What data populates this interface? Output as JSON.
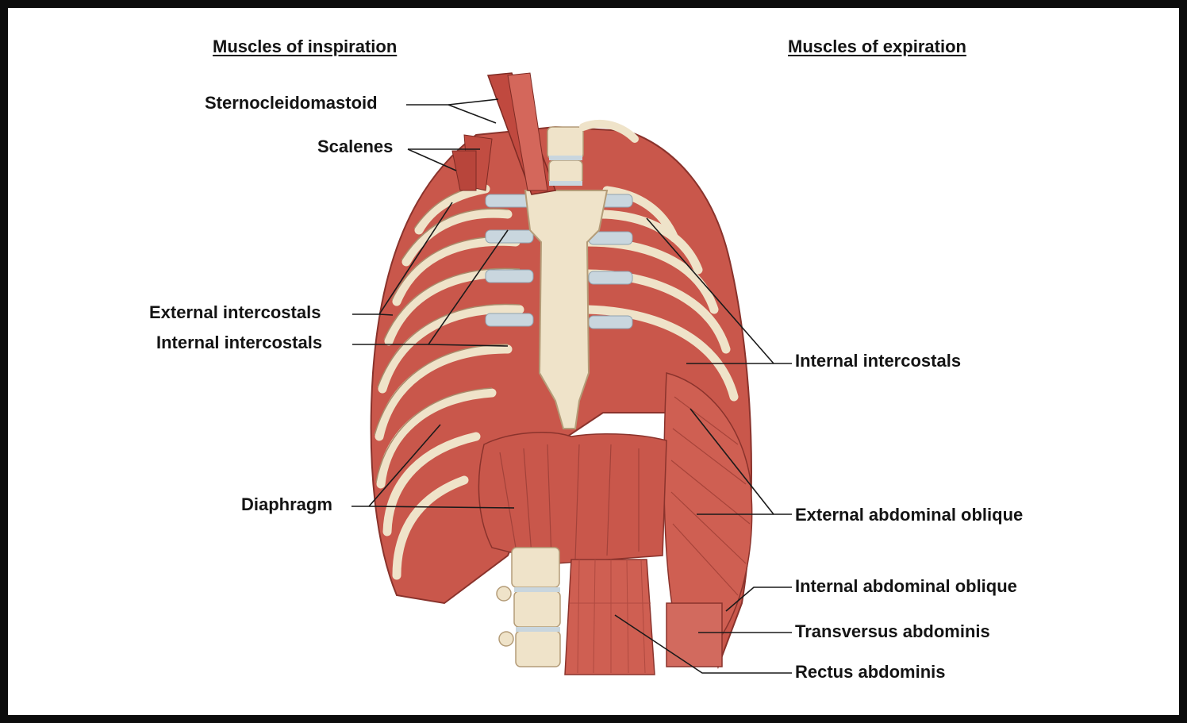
{
  "headings": {
    "inspiration": "Muscles of inspiration",
    "expiration": "Muscles of expiration"
  },
  "labels": {
    "sternocleidomastoid": "Sternocleidomastoid",
    "scalenes": "Scalenes",
    "external_intercostals": "External intercostals",
    "internal_intercostals_left": "Internal intercostals",
    "diaphragm": "Diaphragm",
    "internal_intercostals_right": "Internal intercostals",
    "external_abdominal_oblique": "External abdominal oblique",
    "internal_abdominal_oblique": "Internal abdominal oblique",
    "transversus_abdominis": "Transversus abdominis",
    "rectus_abdominis": "Rectus abdominis"
  },
  "colors": {
    "muscle": "#c7564a",
    "muscle_dark": "#9e3a32",
    "muscle_light": "#e0857a",
    "bone": "#efe3c9",
    "cartilage": "#c9d6de",
    "leader": "#1a1a1a"
  }
}
